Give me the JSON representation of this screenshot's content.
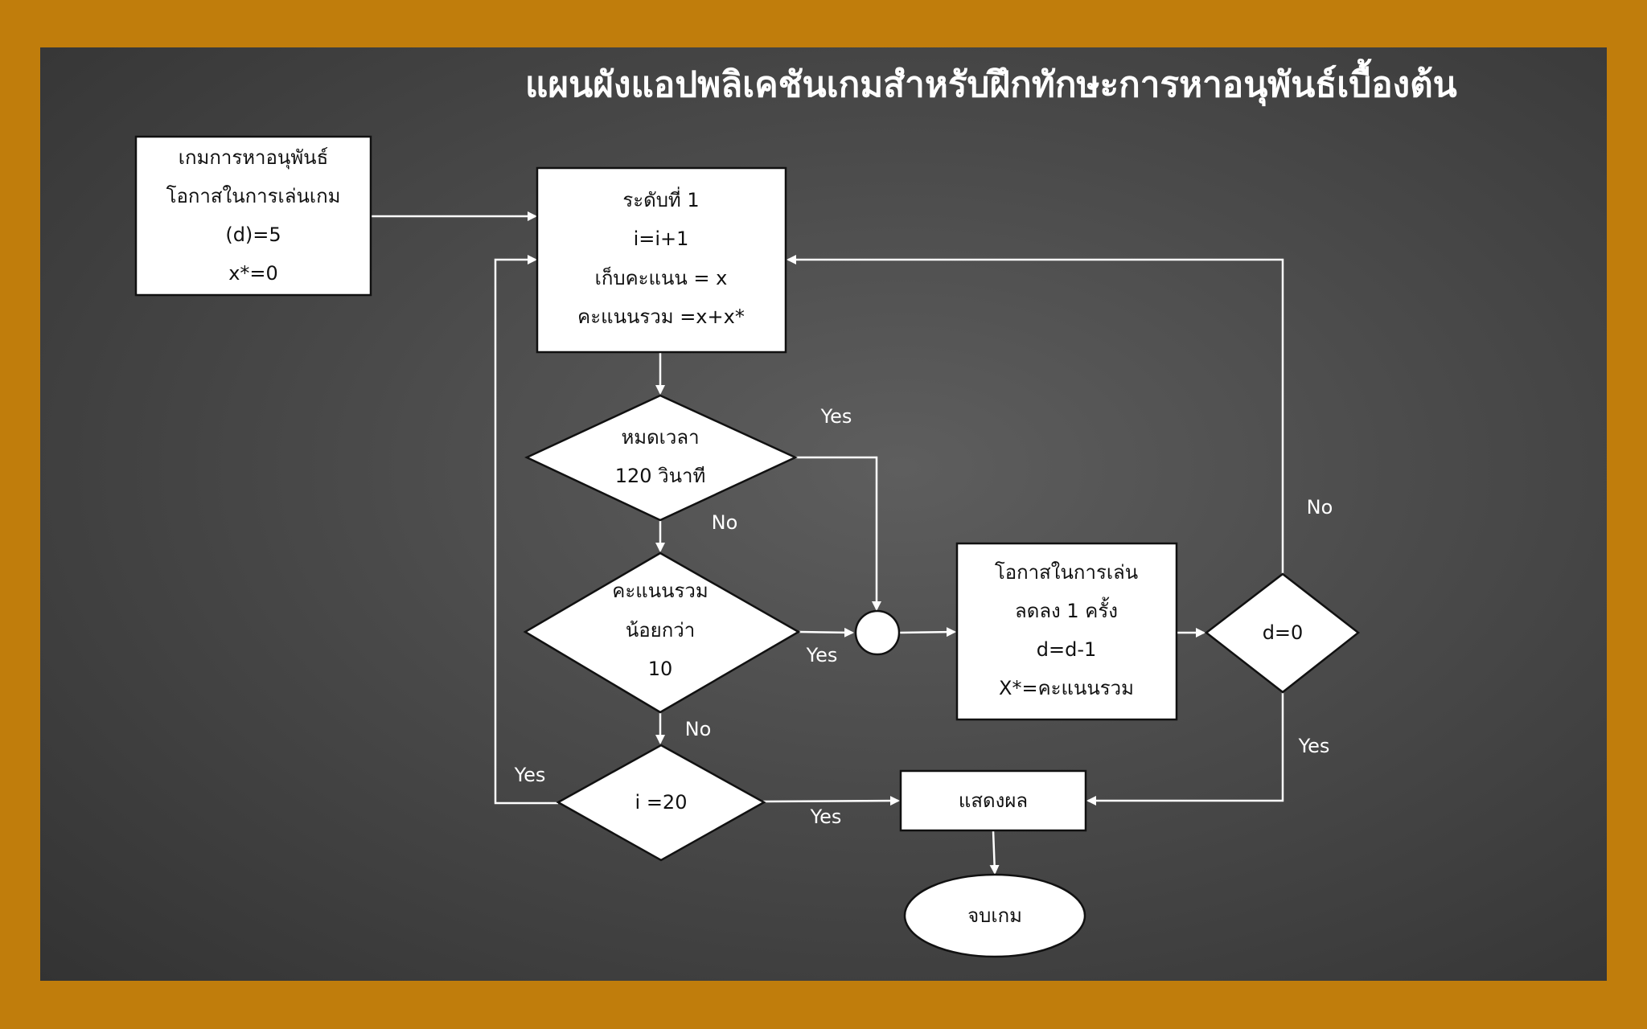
{
  "title": "แผนผังแอปพลิเคชันเกมสำหรับฝึกทักษะการหาอนุพันธ์เบื้องต้น",
  "colors": {
    "frame": "#c07d0c",
    "board": "#4a4a4a",
    "node_fill": "#ffffff",
    "line": "#ffffff",
    "node_text": "#111111"
  },
  "nodes": {
    "start": [
      "เกมการหาอนุพันธ์",
      "โอกาสในการเล่นเกม",
      "(d)=5",
      "x*=0"
    ],
    "level": [
      "ระดับที่ 1",
      "i=i+1",
      "เก็บคะแนน = x",
      "คะแนนรวม =x+x*"
    ],
    "time_check": [
      "หมดเวลา",
      "120 วินาที"
    ],
    "score_check": [
      "คะแนนรวม",
      "น้อยกว่า",
      "10"
    ],
    "i_check": [
      "i =20"
    ],
    "chance": [
      "โอกาสในการเล่น",
      "ลดลง 1 ครั้ง",
      "d=d-1",
      "X*=คะแนนรวม"
    ],
    "d_check": [
      "d=0"
    ],
    "show": [
      "แสดงผล"
    ],
    "end": [
      "จบเกม"
    ]
  },
  "edge_labels": {
    "time_yes": "Yes",
    "time_no": "No",
    "score_yes": "Yes",
    "score_no": "No",
    "i_yes_loop": "Yes",
    "i_yes_show": "Yes",
    "d_no": "No",
    "d_yes": "Yes"
  }
}
